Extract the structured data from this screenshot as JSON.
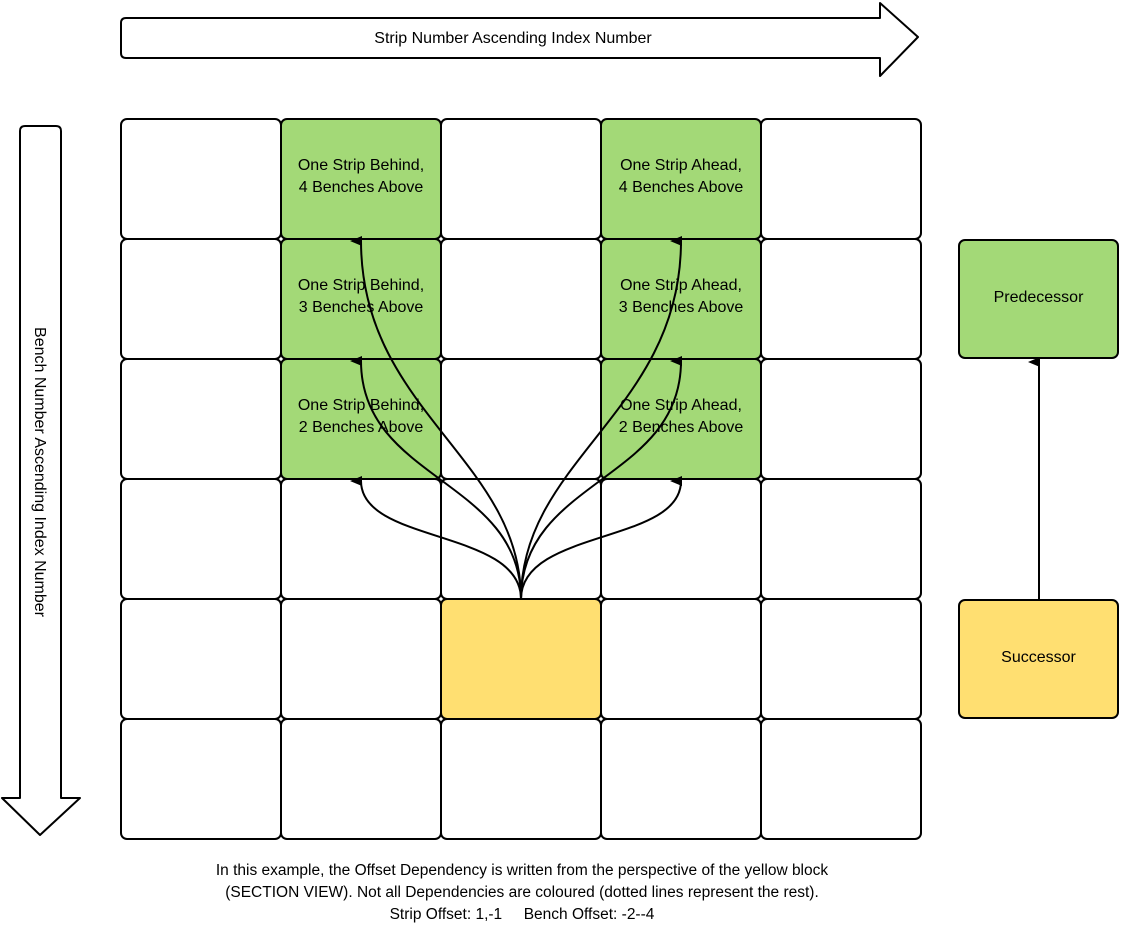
{
  "diagram": {
    "strip_axis_label": "Strip Number Ascending Index Number",
    "bench_axis_label": "Bench Number Ascending Index Number",
    "grid": {
      "rows": 6,
      "cols": 5,
      "colors": {
        "green": "#a3d977",
        "yellow": "#ffdf71",
        "white": "#ffffff",
        "stroke": "#000000"
      },
      "cells": [
        {
          "row": 0,
          "col": 1,
          "fill": "green",
          "lines": [
            "One Strip Behind,",
            "4 Benches Above"
          ]
        },
        {
          "row": 0,
          "col": 3,
          "fill": "green",
          "lines": [
            "One Strip Ahead,",
            "4 Benches Above"
          ]
        },
        {
          "row": 1,
          "col": 1,
          "fill": "green",
          "lines": [
            "One Strip Behind,",
            "3 Benches Above"
          ]
        },
        {
          "row": 1,
          "col": 3,
          "fill": "green",
          "lines": [
            "One Strip Ahead,",
            "3 Benches Above"
          ]
        },
        {
          "row": 2,
          "col": 1,
          "fill": "green",
          "lines": [
            "One Strip Behind,",
            "2 Benches Above"
          ]
        },
        {
          "row": 2,
          "col": 3,
          "fill": "green",
          "lines": [
            "One Strip Ahead,",
            "2 Benches Above"
          ]
        },
        {
          "row": 4,
          "col": 2,
          "fill": "yellow",
          "lines": []
        }
      ],
      "dependencies_from": {
        "row": 4,
        "col": 2
      },
      "dependencies_to": [
        {
          "row": 2,
          "col": 1
        },
        {
          "row": 1,
          "col": 1
        },
        {
          "row": 0,
          "col": 1
        },
        {
          "row": 2,
          "col": 3
        },
        {
          "row": 1,
          "col": 3
        },
        {
          "row": 0,
          "col": 3
        }
      ]
    },
    "legend": {
      "predecessor": {
        "label": "Predecessor",
        "fill": "green"
      },
      "successor": {
        "label": "Successor",
        "fill": "yellow"
      }
    },
    "caption": {
      "line1": "In this example, the Offset Dependency is written from the perspective of the yellow block",
      "line2": "(SECTION VIEW). Not all Dependencies are coloured (dotted lines represent the rest).",
      "line3_strip": "Strip Offset: 1,-1",
      "line3_bench": "Bench Offset: -2--4"
    }
  }
}
